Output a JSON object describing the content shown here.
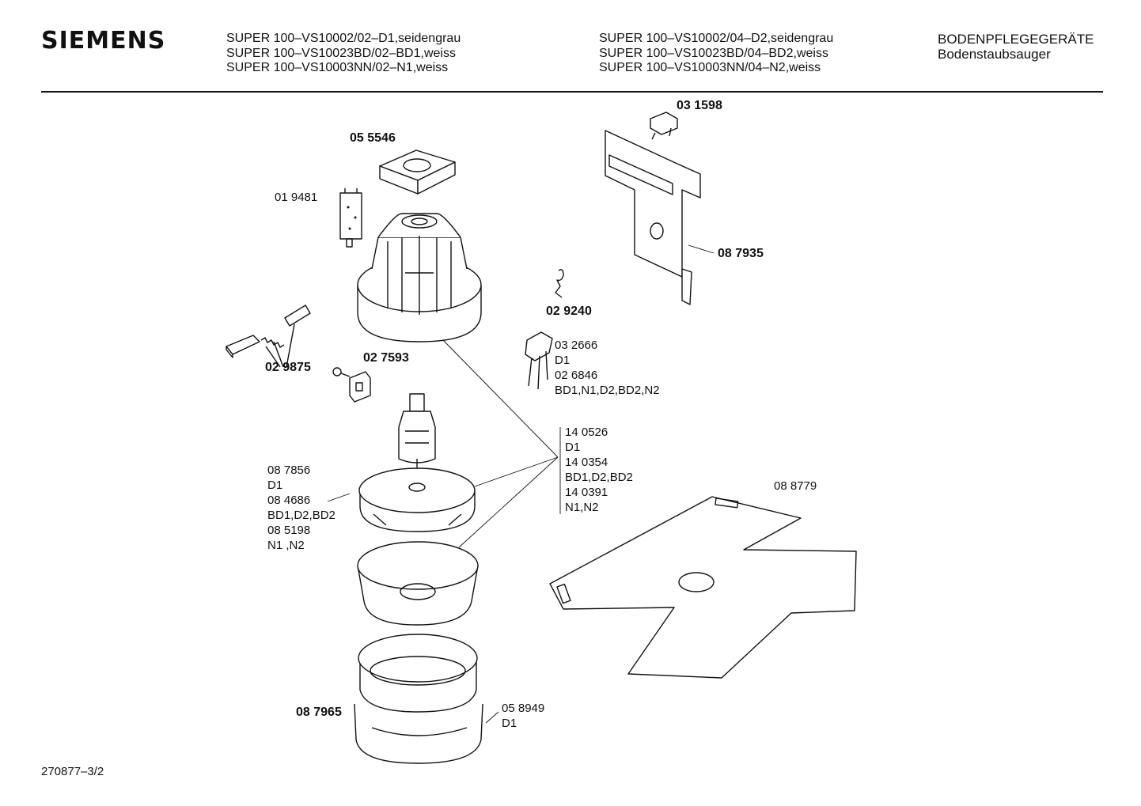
{
  "header": {
    "brand": "SIEMENS",
    "models_left": [
      "SUPER 100–VS10002/02–D1,seidengrau",
      "SUPER 100–VS10023BD/02–BD1,weiss",
      "SUPER 100–VS10003NN/02–N1,weiss"
    ],
    "models_right": [
      "SUPER 100–VS10002/04–D2,seidengrau",
      "SUPER 100–VS10023BD/04–BD2,weiss",
      "SUPER 100–VS10003NN/04–N2,weiss"
    ],
    "category": "BODENPFLEGEGERÄTE",
    "subcategory": "Bodenstaubsauger"
  },
  "parts": {
    "p031598": "03 1598",
    "p055546": "05 5546",
    "p019481": "01 9481",
    "p087935": "08 7935",
    "p029240": "02 9240",
    "p029875": "02 9875",
    "p027593": "02 7593",
    "p032666": [
      "03 2666",
      "D1",
      "02 6846",
      "BD1,N1,D2,BD2,N2"
    ],
    "p140526": [
      "14 0526",
      "D1",
      "14 0354",
      "BD1,D2,BD2",
      "14 0391",
      "N1,N2"
    ],
    "p087856": [
      "08 7856",
      "D1",
      "08 4686",
      "BD1,D2,BD2",
      "08 5198",
      "N1 ,N2"
    ],
    "p088779": "08 8779",
    "p087965": "08 7965",
    "p058949": [
      "05 8949",
      "D1"
    ]
  },
  "footer": {
    "drawing_number": "270877–3/2"
  }
}
